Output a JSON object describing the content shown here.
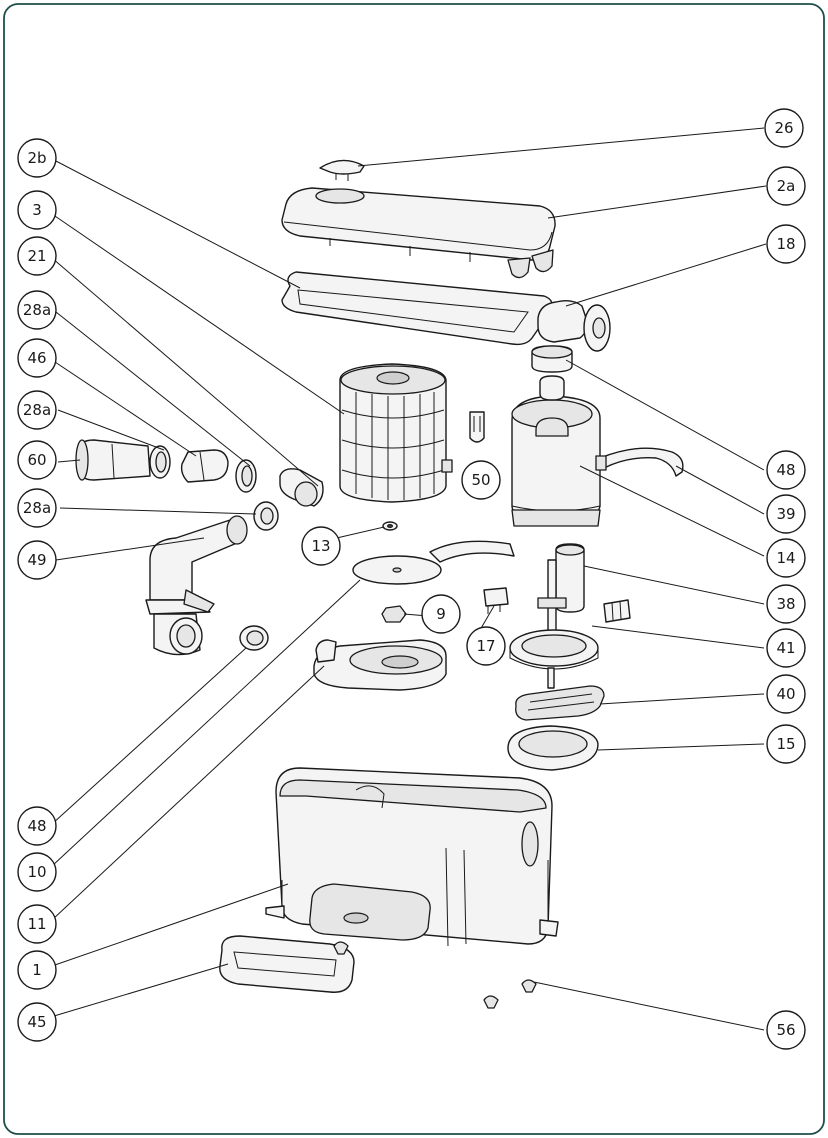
{
  "diagram": {
    "callouts": [
      {
        "id": "c-26",
        "label": "26"
      },
      {
        "id": "c-2b",
        "label": "2b"
      },
      {
        "id": "c-2a",
        "label": "2a"
      },
      {
        "id": "c-3",
        "label": "3"
      },
      {
        "id": "c-18",
        "label": "18"
      },
      {
        "id": "c-21",
        "label": "21"
      },
      {
        "id": "c-28a-1",
        "label": "28a"
      },
      {
        "id": "c-46",
        "label": "46"
      },
      {
        "id": "c-28a-2",
        "label": "28a"
      },
      {
        "id": "c-60",
        "label": "60"
      },
      {
        "id": "c-48-top",
        "label": "48"
      },
      {
        "id": "c-50",
        "label": "50"
      },
      {
        "id": "c-39",
        "label": "39"
      },
      {
        "id": "c-28a-3",
        "label": "28a"
      },
      {
        "id": "c-14",
        "label": "14"
      },
      {
        "id": "c-13",
        "label": "13"
      },
      {
        "id": "c-49",
        "label": "49"
      },
      {
        "id": "c-38",
        "label": "38"
      },
      {
        "id": "c-9",
        "label": "9"
      },
      {
        "id": "c-17",
        "label": "17"
      },
      {
        "id": "c-41",
        "label": "41"
      },
      {
        "id": "c-40",
        "label": "40"
      },
      {
        "id": "c-15",
        "label": "15"
      },
      {
        "id": "c-48-bottom",
        "label": "48"
      },
      {
        "id": "c-10",
        "label": "10"
      },
      {
        "id": "c-11",
        "label": "11"
      },
      {
        "id": "c-1",
        "label": "1"
      },
      {
        "id": "c-45",
        "label": "45"
      },
      {
        "id": "c-56",
        "label": "56"
      }
    ]
  },
  "colors": {
    "line": "#1a1a1a",
    "frame": "#1f4e4a",
    "part_fill": "#f4f4f4"
  }
}
